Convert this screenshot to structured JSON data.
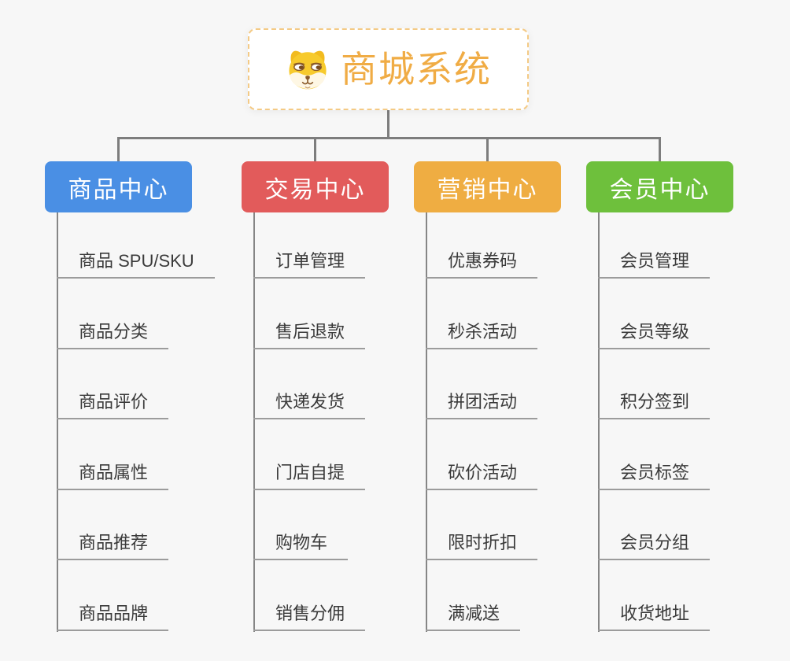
{
  "root": {
    "title": "商城系统",
    "title_color": "#F0AC45",
    "border_color": "#F4CA85",
    "icon": "dog-icon"
  },
  "branches": [
    {
      "label": "商品中心",
      "color": "#4A8FE4",
      "leaves": [
        "商品 SPU/SKU",
        "商品分类",
        "商品评价",
        "商品属性",
        "商品推荐",
        "商品品牌"
      ]
    },
    {
      "label": "交易中心",
      "color": "#E25B5B",
      "leaves": [
        "订单管理",
        "售后退款",
        "快递发货",
        "门店自提",
        "购物车",
        "销售分佣"
      ]
    },
    {
      "label": "营销中心",
      "color": "#EFAD42",
      "leaves": [
        "优惠券码",
        "秒杀活动",
        "拼团活动",
        "砍价活动",
        "限时折扣",
        "满减送"
      ]
    },
    {
      "label": "会员中心",
      "color": "#6EC03C",
      "leaves": [
        "会员管理",
        "会员等级",
        "积分签到",
        "会员标签",
        "会员分组",
        "收货地址"
      ]
    }
  ],
  "colors": {
    "background": "#F7F7F7",
    "connector": "#7D7D7D",
    "spine": "#868686",
    "underline": "#9C9C9C",
    "leaf_text": "#3A3A3A"
  }
}
